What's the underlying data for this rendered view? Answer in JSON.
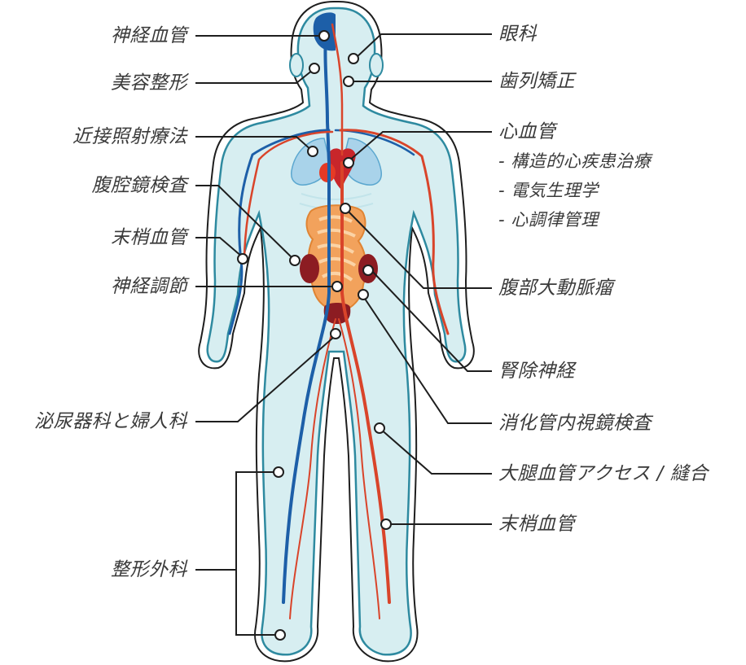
{
  "colors": {
    "body_fill": "#d7eef1",
    "body_stroke": "#2e8aa0",
    "outline": "#1e1e1e",
    "artery": "#d9442a",
    "vein": "#1d5fa8",
    "lung": "#a9d3ea",
    "intestine": "#f2a25c",
    "kidney": "#8c1c22",
    "text": "#3a3a3a"
  },
  "labels_left": [
    {
      "id": "neurovascular",
      "text": "神経血管"
    },
    {
      "id": "cosmetic",
      "text": "美容整形"
    },
    {
      "id": "brachytherapy",
      "text": "近接照射療法"
    },
    {
      "id": "laparoscopy",
      "text": "腹腔鏡検査"
    },
    {
      "id": "peripheral-left",
      "text": "末梢血管"
    },
    {
      "id": "neuromodulation",
      "text": "神経調節"
    },
    {
      "id": "urology-gynecology",
      "text": "泌尿器科と婦人科"
    },
    {
      "id": "orthopedics",
      "text": "整形外科"
    }
  ],
  "labels_right": [
    {
      "id": "ophthalmology",
      "text": "眼科"
    },
    {
      "id": "orthodontics",
      "text": "歯列矯正"
    },
    {
      "id": "cardiovascular",
      "text": "心血管"
    },
    {
      "id": "aaa",
      "text": "腹部大動脈瘤"
    },
    {
      "id": "renal-denervation",
      "text": "腎除神経"
    },
    {
      "id": "gi-endoscopy",
      "text": "消化管内視鏡検査"
    },
    {
      "id": "femoral-access",
      "text": "大腿血管アクセス / 縫合"
    },
    {
      "id": "peripheral-right",
      "text": "末梢血管"
    }
  ],
  "cardio_sublist": [
    "- 構造的心疾患治療",
    "- 電気生理学",
    "- 心調律管理"
  ]
}
